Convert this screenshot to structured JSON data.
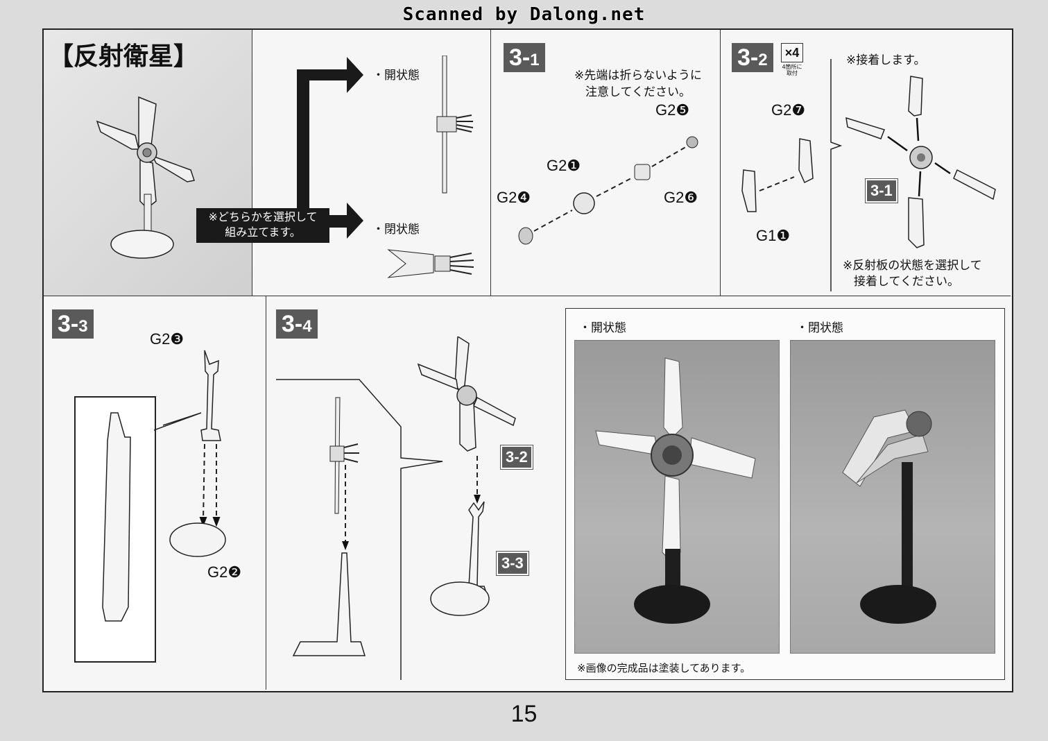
{
  "header": {
    "scan_credit": "Scanned by Dalong.net"
  },
  "section_title": "【反射衛星】",
  "select_panel": {
    "open_label": "・開状態",
    "closed_label": "・閉状態",
    "note_line1": "※どちらかを選択して",
    "note_line2": "組み立てます。"
  },
  "step_3_1": {
    "number": "3-",
    "sub": "1",
    "note_line1": "※先端は折らないように",
    "note_line2": "注意してください。",
    "parts": {
      "p1": "G2",
      "n1": "❶",
      "p4": "G2",
      "n4": "❹",
      "p5": "G2",
      "n5": "❺",
      "p6": "G2",
      "n6": "❻"
    }
  },
  "step_3_2": {
    "number": "3-",
    "sub": "2",
    "qty": "×4",
    "qty_note": "4箇所に取付",
    "glue_note": "※接着します。",
    "select_note_line1": "※反射板の状態を選択して",
    "select_note_line2": "接着してください。",
    "ref_step": "3-1",
    "parts": {
      "p7": "G2",
      "n7": "❼",
      "g1": "G1",
      "g1n": "❶"
    }
  },
  "step_3_3": {
    "number": "3-",
    "sub": "3",
    "parts": {
      "p3": "G2",
      "n3": "❸",
      "p2": "G2",
      "n2": "❷"
    }
  },
  "step_3_4": {
    "number": "3-",
    "sub": "4",
    "ref_a": "3-2",
    "ref_b": "3-3"
  },
  "photos": {
    "open_label": "・開状態",
    "closed_label": "・閉状態",
    "note": "※画像の完成品は塗装してあります。"
  },
  "page_number": "15"
}
